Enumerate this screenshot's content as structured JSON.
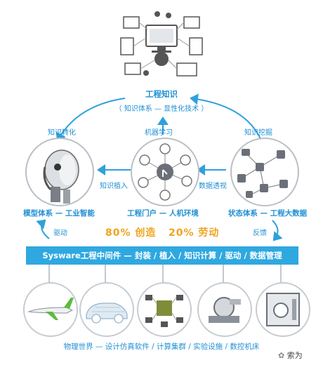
{
  "top": {
    "title": "工程知识",
    "subtitle": "（ 知识体系 — 显性化技术 ）"
  },
  "arcs": {
    "left_top": "知识转化",
    "center_top": "机器学习",
    "right_top": "知识挖掘",
    "left_mid": "知识植入",
    "right_mid": "数据透视"
  },
  "nodes": {
    "left": "模型体系 — 工业智能",
    "center": "工程门户 — 人机环境",
    "right": "状态体系 — 工程大数据"
  },
  "middle": {
    "drive": "驱动",
    "feedback": "反馈",
    "ratio_left": "80% 创造",
    "ratio_right": "20% 劳动"
  },
  "banner": "Sysware工程中间件 — 封装 / 植入 / 知识计算 / 驱动 / 数据管理",
  "bottom_caption": "物理世界 — 设计仿真软件 / 计算集群 / 实验设施 / 数控机床",
  "watermark": "索为",
  "colors": {
    "accent": "#1f8fd4",
    "banner": "#2fa8e0",
    "orange": "#f0a31c"
  }
}
